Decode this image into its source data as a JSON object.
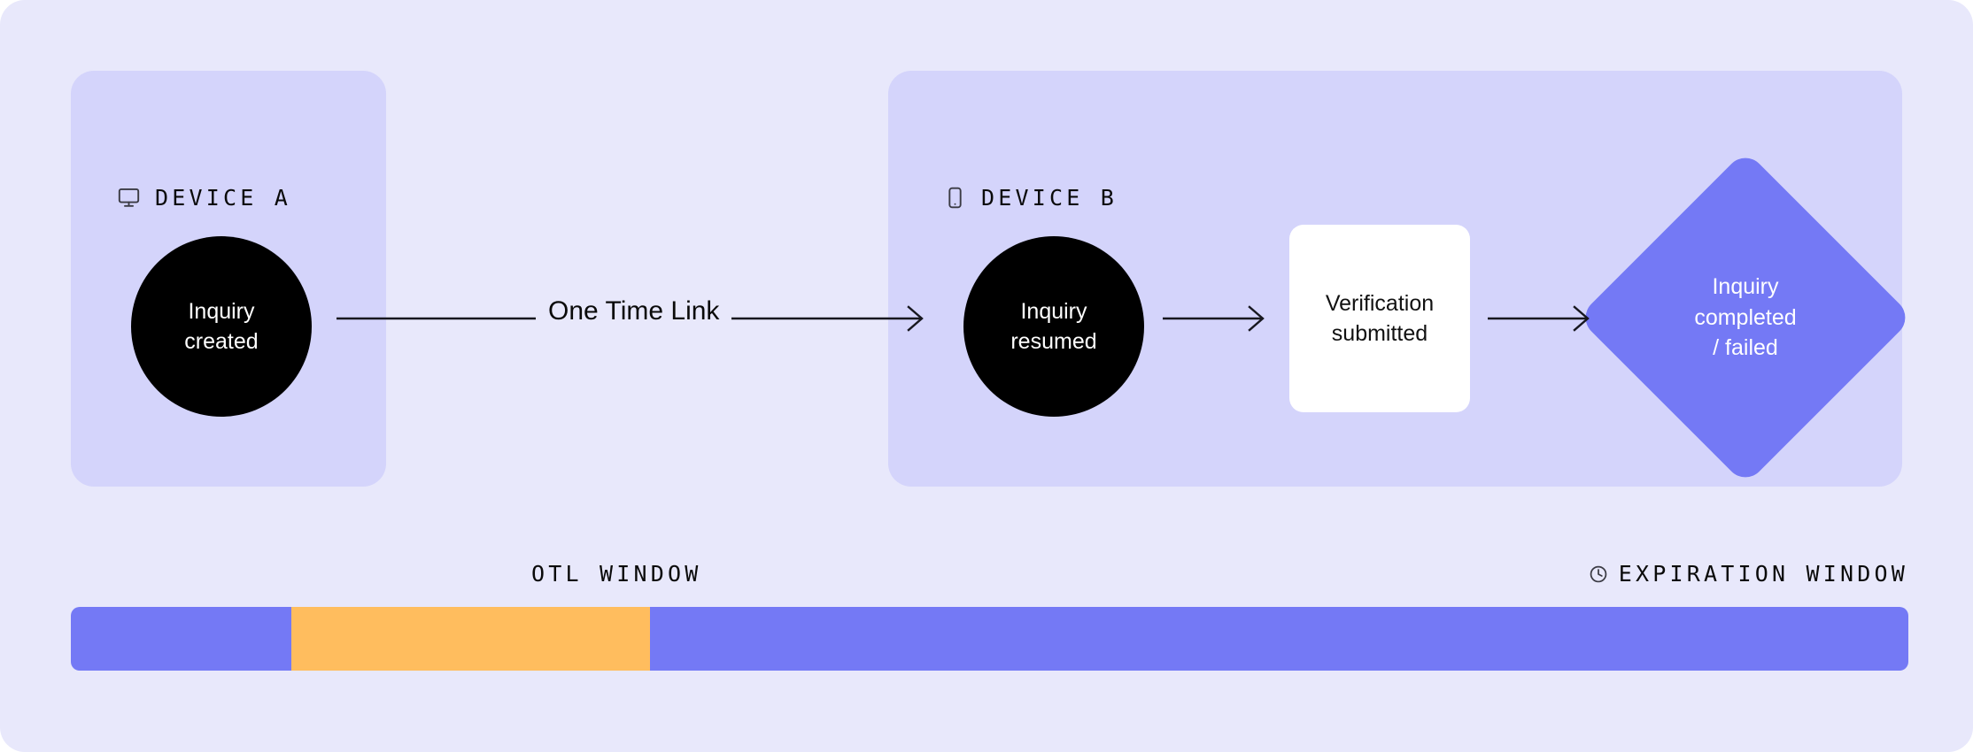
{
  "theme": {
    "page_background": "#e8e8fb",
    "panel_background": "#d4d4fb",
    "node_dark": "#000000",
    "node_light": "#ffffff",
    "accent_purple": "#7479f5",
    "accent_amber": "#ffbd5e",
    "text_dark": "#0a0a0a",
    "text_light": "#ffffff"
  },
  "panels": [
    {
      "id": "device-a",
      "title": "DEVICE A",
      "icon": "monitor-icon"
    },
    {
      "id": "device-b",
      "title": "DEVICE B",
      "icon": "mobile-phone-icon"
    }
  ],
  "nodes": {
    "inquiry_created": {
      "line1": "Inquiry",
      "line2": "created"
    },
    "inquiry_resumed": {
      "line1": "Inquiry",
      "line2": "resumed"
    },
    "verification_submitted": {
      "line1": "Verification",
      "line2": "submitted"
    },
    "inquiry_completed_failed": {
      "line1": "Inquiry",
      "line2": "completed",
      "line3": "/ failed"
    }
  },
  "connectors": {
    "one_time_link_label": "One Time Link",
    "arrow_icon": "arrow-right-icon"
  },
  "timeline": {
    "labels": {
      "otl_window": "OTL WINDOW",
      "expiration_window": "EXPIRATION WINDOW",
      "expiration_icon": "clock-icon"
    },
    "segments": [
      {
        "name": "pre-otl",
        "color": "#7479f5",
        "width_pct": 12.0
      },
      {
        "name": "otl-window",
        "color": "#ffbd5e",
        "width_pct": 19.5
      },
      {
        "name": "expiration",
        "color": "#7479f5",
        "width_pct": 68.5
      }
    ]
  }
}
